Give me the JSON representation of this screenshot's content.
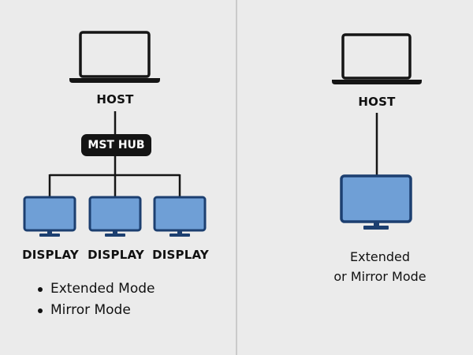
{
  "colors": {
    "background": "#ebebeb",
    "outline": "#151515",
    "hub_fill": "#141414",
    "monitor_frame": "#1c3f70",
    "monitor_screen": "#6f9fd6",
    "divider": "#bfbfbf"
  },
  "left_panel": {
    "host_label": "HOST",
    "hub_label": "MST HUB",
    "displays": [
      {
        "label": "DISPLAY"
      },
      {
        "label": "DISPLAY"
      },
      {
        "label": "DISPLAY"
      }
    ],
    "modes": [
      "Extended Mode",
      "Mirror Mode"
    ]
  },
  "right_panel": {
    "host_label": "HOST",
    "caption_line1": "Extended",
    "caption_line2": "or Mirror Mode"
  }
}
